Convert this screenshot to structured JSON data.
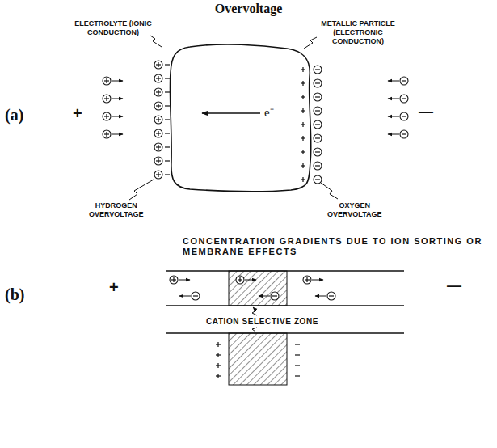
{
  "diagram": {
    "title": "Overvoltage",
    "nodes": [
      {
        "text": [
          "e⁻"
        ]
      }
    ],
    "edges": [],
    "labels": [
      "ELECTROLYTE (IONIC CONDUCTION)",
      "METALLIC PARTICLE (ELECTRONIC CONDUCTION)",
      "(a)",
      "+",
      "—",
      "HYDROGEN OVERVOLTAGE",
      "OXYGEN OVERVOLTAGE",
      "CONCENTRATION GRADIENTS DUE TO ION SORTING OR MEMBRANE EFFECTS",
      "(b)",
      "+",
      "—",
      "CATION SELECTIVE ZONE"
    ]
  }
}
